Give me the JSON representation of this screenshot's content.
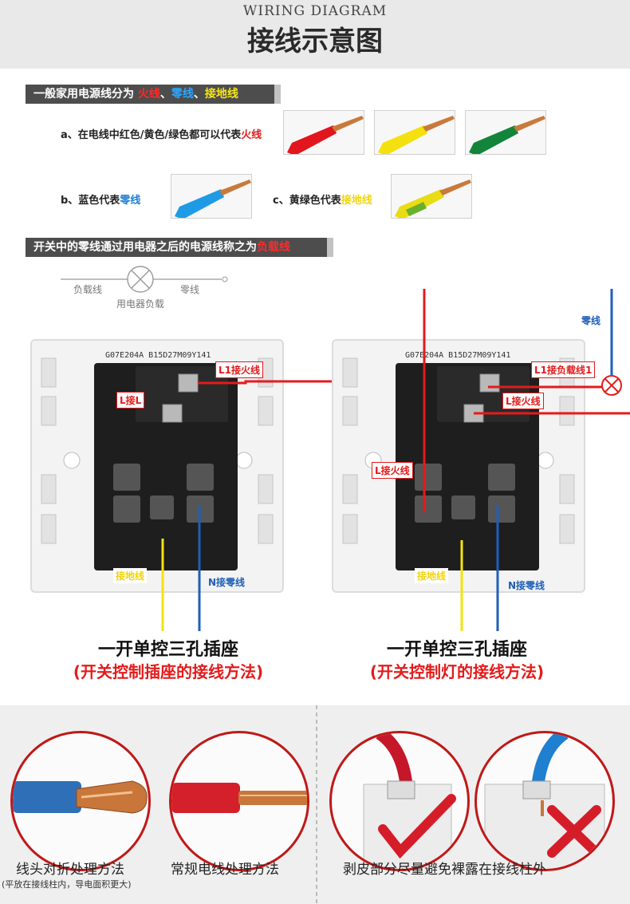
{
  "header": {
    "en": "WIRING DIAGRAM",
    "cn": "接线示意图"
  },
  "section1": {
    "prefix": "一般家用电源线分为 ",
    "fire": "火线",
    "sep1": "、",
    "neutral": "零线",
    "sep2": "、",
    "ground": "接地线"
  },
  "line_a": {
    "text": "a、在电线中红色/黄色/绿色都可以代表",
    "highlight": "火线"
  },
  "line_b": {
    "text": "b、蓝色代表",
    "highlight": "零线"
  },
  "line_c": {
    "text": "c、黄绿色代表",
    "highlight": "接地线"
  },
  "section2": {
    "text": "开关中的零线通过用电器之后的电源线称之为",
    "highlight": "负载线"
  },
  "load_diagram": {
    "left": "负载线",
    "right": "零线",
    "below": "用电器负载"
  },
  "sockets": [
    {
      "code": "G07E204A B15D27M09Y141",
      "labels": {
        "l1": "L1接火线",
        "l": "L接L",
        "ground": "接地线",
        "n": "N接零线"
      },
      "title": "一开单控三孔插座",
      "subtitle": "(开关控制插座的接线方法)"
    },
    {
      "code": "G07E204A B15D27M09Y141",
      "labels": {
        "neutral_top": "零线",
        "l1": "L1接负载线1",
        "l": "L接火线",
        "lfire": "L接火线",
        "ground": "接地线",
        "n": "N接零线"
      },
      "title": "一开单控三孔插座",
      "subtitle": "(开关控制灯的接线方法)"
    }
  ],
  "bottom": {
    "cap1": "线头对折处理方法",
    "cap1_small": "(平放在接线柱内，导电面积更大)",
    "cap2": "常规电线处理方法",
    "cap3": "剥皮部分尽量避免裸露在接线柱外"
  },
  "colors": {
    "fire": "#e41b1b",
    "neutral": "#1f5fb8",
    "ground": "#f2d40a",
    "bar": "#4d4d4d"
  }
}
